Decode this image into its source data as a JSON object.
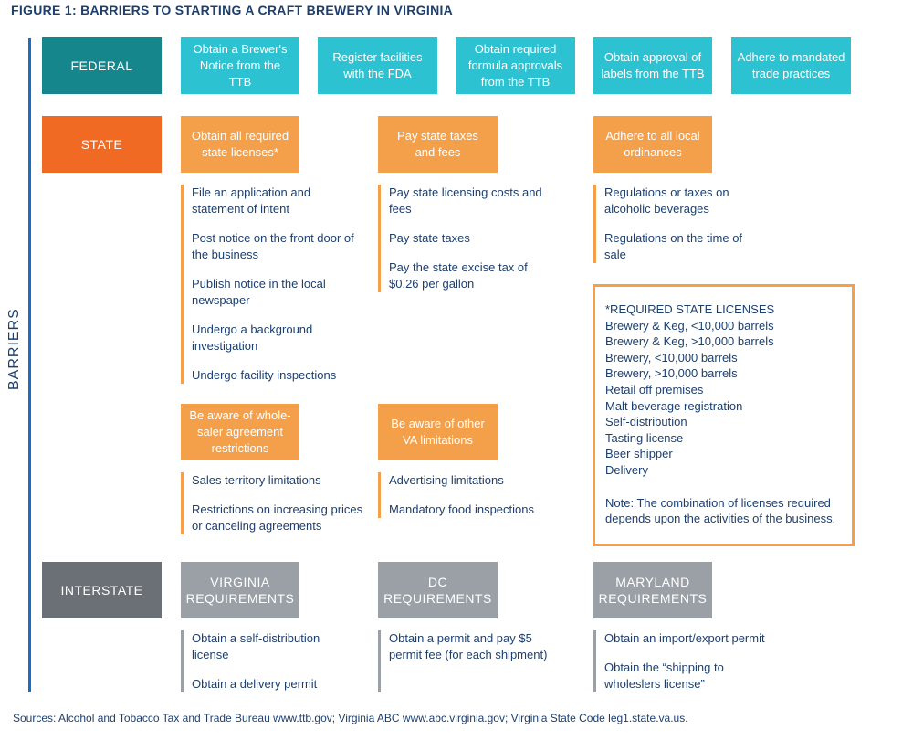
{
  "title": "FIGURE 1: BARRIERS TO STARTING A CRAFT BREWERY IN VIRGINIA",
  "axis_label": "BARRIERS",
  "federal": {
    "header": "FEDERAL",
    "items": [
      "Obtain a Brewer's Notice from the TTB",
      "Register facilities with the FDA",
      "Obtain required formula approvals from the TTB",
      "Obtain approval of labels from the TTB",
      "Adhere to mandated trade practices"
    ]
  },
  "state": {
    "header": "STATE",
    "groups": [
      {
        "title": "Obtain all required state licenses*",
        "items": [
          "File an application and statement of intent",
          "Post notice on the front door of the business",
          "Publish notice in the local newspaper",
          "Undergo a background investigation",
          "Undergo facility inspections"
        ]
      },
      {
        "title": "Pay state taxes and fees",
        "items": [
          "Pay state licensing costs and fees",
          "Pay state taxes",
          "Pay the state excise tax of $0.26 per gallon"
        ]
      },
      {
        "title": "Adhere to all local ordinances",
        "items": [
          "Regulations or taxes on alcoholic beverages",
          "Regulations on the time of sale"
        ]
      },
      {
        "title": "Be aware of whole-saler agreement restrictions",
        "items": [
          "Sales territory limitations",
          "Restrictions on increasing prices or canceling agreements"
        ]
      },
      {
        "title": "Be aware of other VA limitations",
        "items": [
          "Advertising limitations",
          "Mandatory food inspections"
        ]
      }
    ],
    "licenses": {
      "heading": "*REQUIRED STATE LICENSES",
      "items": [
        "Brewery & Keg, <10,000 barrels",
        "Brewery & Keg, >10,000 barrels",
        "Brewery,  <10,000 barrels",
        "Brewery,  >10,000 barrels",
        "Retail off premises",
        "Malt beverage registration",
        "Self-distribution",
        "Tasting license",
        "Beer shipper",
        "Delivery"
      ],
      "note": "Note: The combination of licenses required depends upon the activities of the business."
    }
  },
  "interstate": {
    "header": "INTERSTATE",
    "groups": [
      {
        "title": "VIRGINIA REQUIREMENTS",
        "items": [
          "Obtain a self-distribution license",
          "Obtain a delivery permit"
        ]
      },
      {
        "title": "DC REQUIREMENTS",
        "items": [
          "Obtain a permit and pay $5 permit fee (for each shipment)"
        ]
      },
      {
        "title": "MARYLAND REQUIREMENTS",
        "items": [
          "Obtain an import/export permit",
          "Obtain the “shipping to wholeslers license”"
        ]
      }
    ]
  },
  "source": "Sources: Alcohol and Tobacco Tax and Trade Bureau www.ttb.gov; Virginia ABC www.abc.virginia.gov; Virginia State Code leg1.state.va.us."
}
